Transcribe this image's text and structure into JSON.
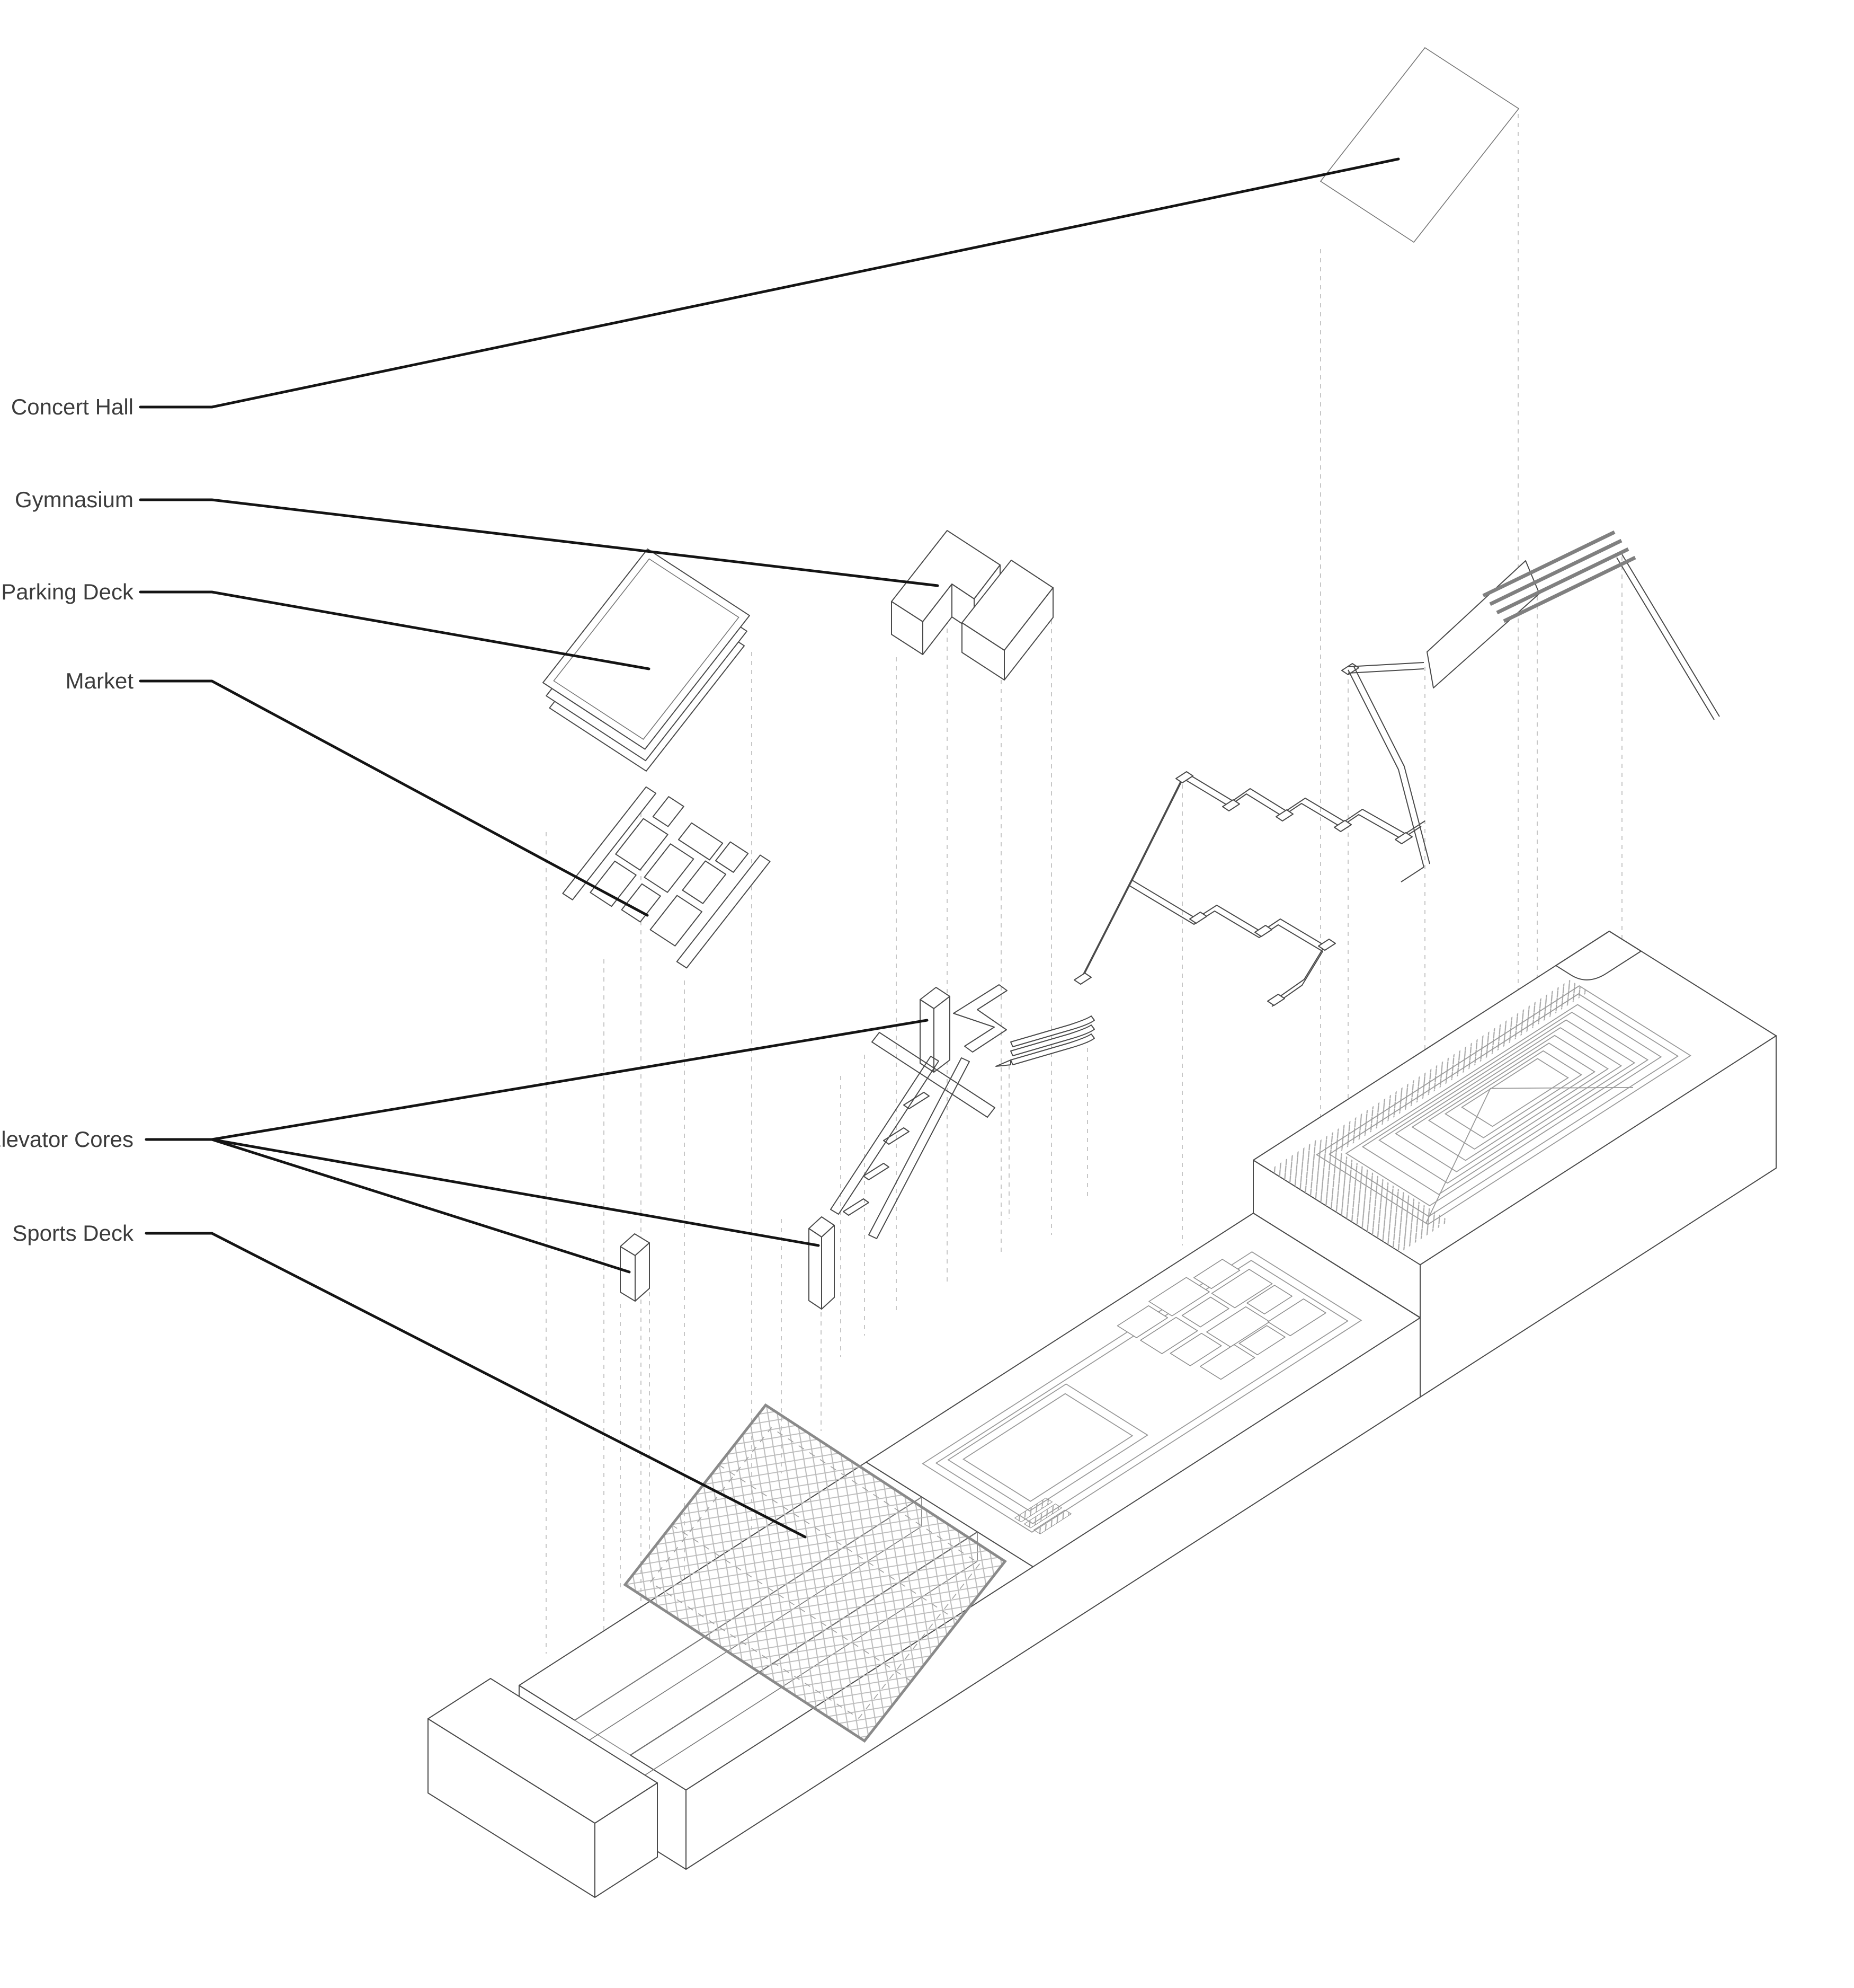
{
  "diagram": {
    "type": "exploded axonometric architecture diagram",
    "background": "#ffffff",
    "labels": [
      {
        "id": "concert-hall",
        "text": "Concert Hall"
      },
      {
        "id": "gymnasium",
        "text": "Gymnasium"
      },
      {
        "id": "parking-deck",
        "text": "Parking Deck"
      },
      {
        "id": "market",
        "text": "Market"
      },
      {
        "id": "elevator-cores",
        "text": "Elevator Cores"
      },
      {
        "id": "sports-deck",
        "text": "Sports Deck"
      }
    ],
    "colors": {
      "line": "#4a4a4a",
      "light_line": "#9a9a9a",
      "leader": "#141414",
      "dashed_guide": "#c7c7c7",
      "hatch": "#b9b9b9",
      "text": "#3c3c3c"
    }
  }
}
